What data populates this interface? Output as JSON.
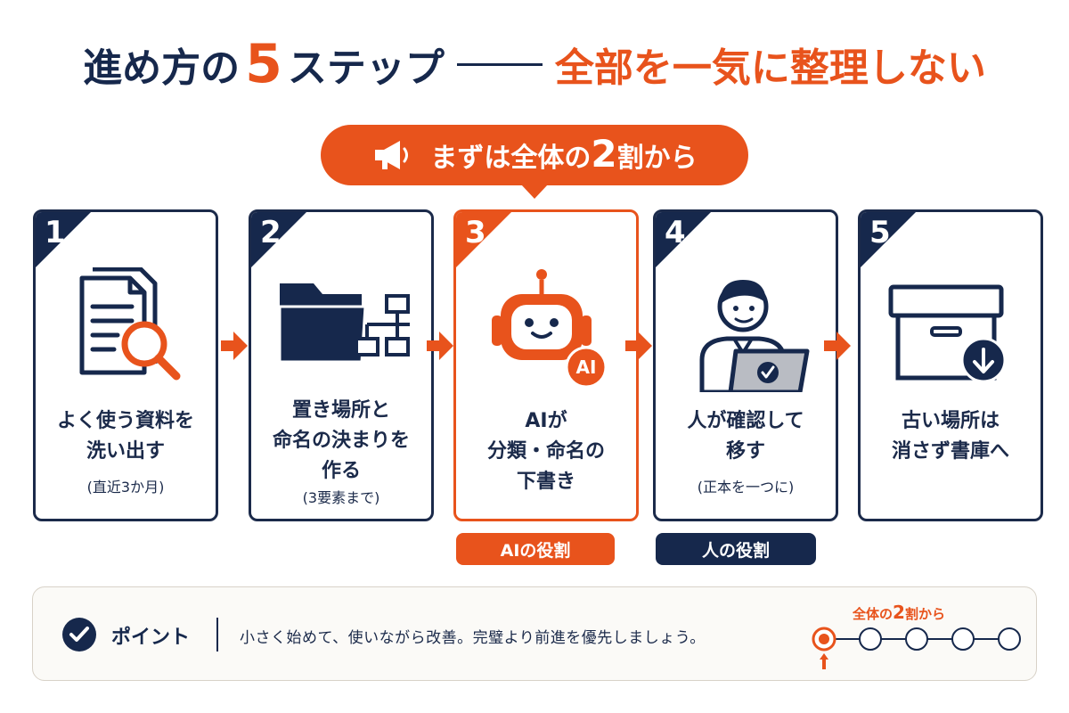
{
  "title": {
    "part1": "進め方の",
    "number": "5",
    "part2": "ステップ",
    "subtitle": "全部を一気に整理しない"
  },
  "callout": {
    "pre": "まずは全体の",
    "number": "2",
    "post": "割から",
    "icon": "megaphone-icon"
  },
  "steps": [
    {
      "num": "1",
      "lines": [
        "よく使う資料を",
        "洗い出す"
      ],
      "sub": "(直近3か月)",
      "icon": "document-search-icon",
      "active": false
    },
    {
      "num": "2",
      "lines": [
        "置き場所と",
        "命名の決まりを",
        "作る"
      ],
      "sub": "(3要素まで)",
      "icon": "folder-structure-icon",
      "active": false
    },
    {
      "num": "3",
      "lines": [
        "AIが",
        "分類・命名の",
        "下書き"
      ],
      "sub": "",
      "icon": "ai-robot-icon",
      "icon_badge": "AI",
      "active": true
    },
    {
      "num": "4",
      "lines": [
        "人が確認して",
        "移す"
      ],
      "sub": "(正本を一つに)",
      "icon": "person-laptop-icon",
      "active": false
    },
    {
      "num": "5",
      "lines": [
        "古い場所は",
        "消さず書庫へ"
      ],
      "sub": "",
      "icon": "archive-box-icon",
      "active": false
    }
  ],
  "roles": {
    "ai": "AIの役割",
    "human": "人の役割"
  },
  "point": {
    "label": "ポイント",
    "text": "小さく始めて、使いながら改善。完璧より前進を優先しましょう。",
    "progress_label_pre": "全体の",
    "progress_label_num": "2",
    "progress_label_post": "割から",
    "progress_total": 5,
    "progress_current": 1
  },
  "colors": {
    "navy": "#16284c",
    "accent": "#e8531c",
    "screen_gray": "#b9bcc3"
  }
}
